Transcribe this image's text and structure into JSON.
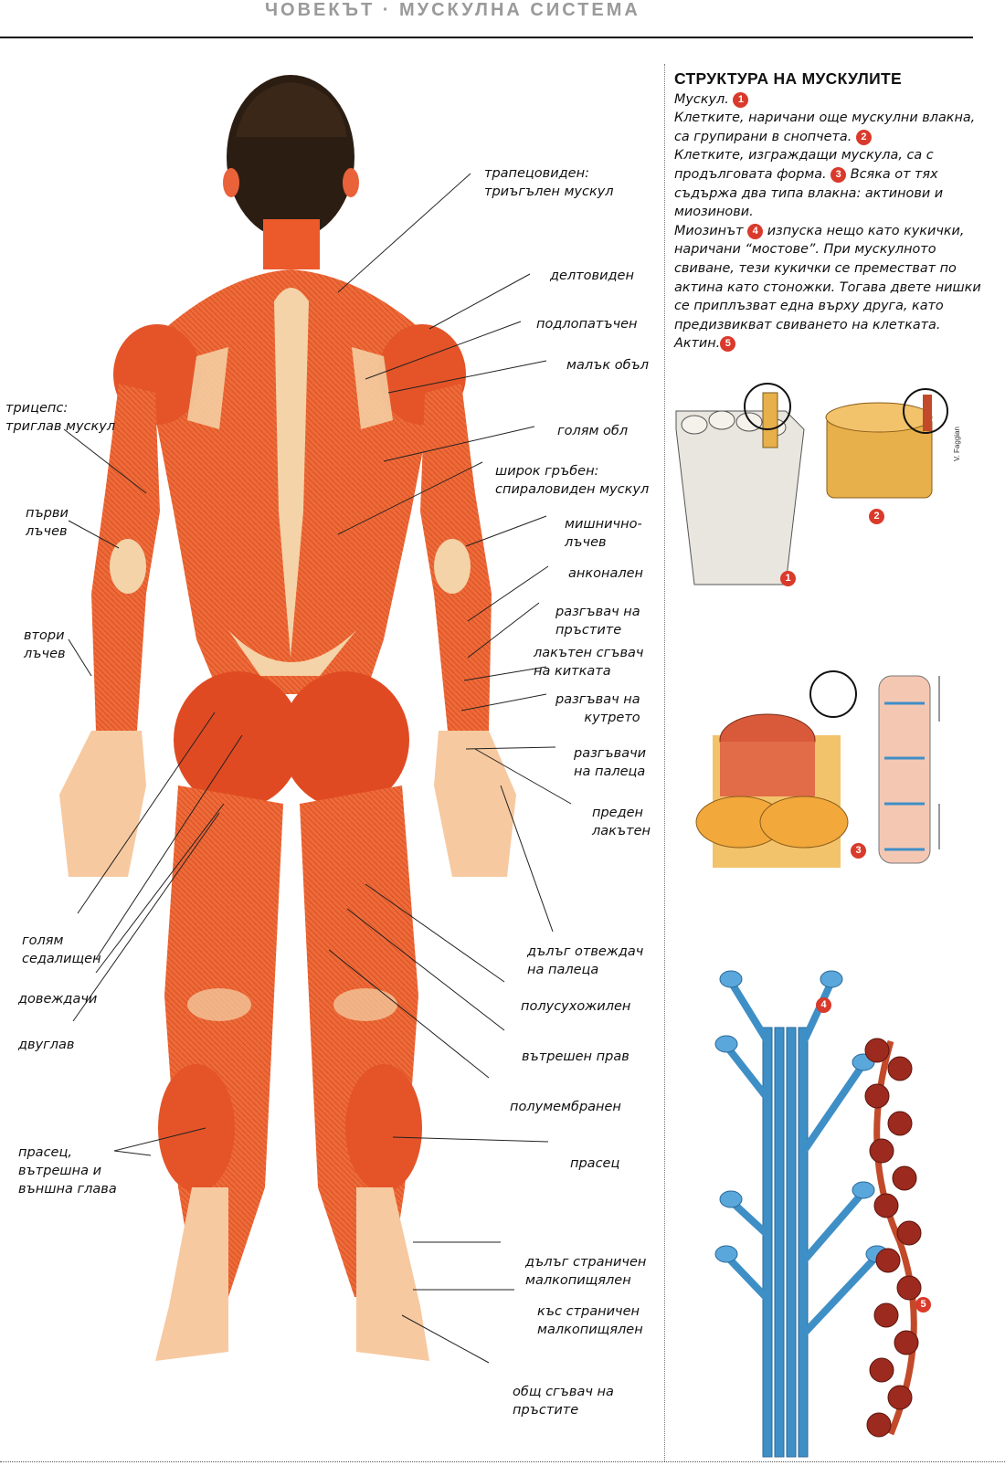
{
  "header": {
    "running_title": "ЧОВЕКЪТ · МУСКУЛНА СИСТЕМА"
  },
  "labels": [
    {
      "id": "trapezius",
      "text": "трапецовиден:\nтриъгълен мускул"
    },
    {
      "id": "deltoid",
      "text": "делтовиден"
    },
    {
      "id": "infraspinatus",
      "text": "подлопатъчен"
    },
    {
      "id": "teres-minor",
      "text": "малък объл"
    },
    {
      "id": "teres-major",
      "text": "голям обл"
    },
    {
      "id": "latissimus",
      "text": "широк гръбен:\nспираловиден мускул"
    },
    {
      "id": "brachioradialis",
      "text": "мишнично-\nлъчев"
    },
    {
      "id": "anconeus",
      "text": "анконален"
    },
    {
      "id": "ext-digitorum",
      "text": "разгъвач на\nпръстите"
    },
    {
      "id": "flex-carpi-ulnaris",
      "text": "лакътен сгъвач\nна китката"
    },
    {
      "id": "ext-digiti-minimi",
      "text": "разгъвач на\nкутрето"
    },
    {
      "id": "ext-pollicis",
      "text": "разгъвачи\nна палеца"
    },
    {
      "id": "ext-carpi-ulnaris",
      "text": "преден\nлакътен"
    },
    {
      "id": "abd-pollicis-longus",
      "text": "дълъг отвеждач\nна палеца"
    },
    {
      "id": "semitendinosus",
      "text": "полусухожилен"
    },
    {
      "id": "gracilis",
      "text": "вътрешен прав"
    },
    {
      "id": "semimembranosus",
      "text": "полумембранен"
    },
    {
      "id": "gastrocnemius-right",
      "text": "прасец"
    },
    {
      "id": "peroneus-longus",
      "text": "дълъг страничен\nмалкопищялен"
    },
    {
      "id": "peroneus-brevis",
      "text": "къс страничен\nмалкопищялен"
    },
    {
      "id": "flex-digitorum",
      "text": "общ сгъвач на\nпръстите"
    },
    {
      "id": "triceps",
      "text": "трицепс:\nтриглав мускул"
    },
    {
      "id": "ext-carpi-rad-longus",
      "text": "първи\nлъчев"
    },
    {
      "id": "ext-carpi-rad-brevis",
      "text": "втори\nлъчев"
    },
    {
      "id": "gluteus-maximus",
      "text": "голям\nседалищен"
    },
    {
      "id": "adductors",
      "text": "довеждачи"
    },
    {
      "id": "biceps-femoris",
      "text": "двуглав"
    },
    {
      "id": "gastrocnemius-left",
      "text": "прасец,\nвътрешна и\nвъншна глава"
    }
  ],
  "info": {
    "title": "СТРУКТУРА НА МУСКУЛИТЕ",
    "p1_text": "Мускул.",
    "p2_text": "Клетките, наричани още мускулни влакна, са групирани в снопчета.",
    "p3a_text": "Клетките, изграждащи мускула, са с продълговата форма.",
    "p3b_text": "Всяка от тях съдържа два типа влакна: актинови и миозинови.",
    "p4a_text": "Миозинът",
    "p4b_text": "изпуска нещо като кукички, наричани “мостове”. При мускулното свиване, тези кукички се преместват по актина като стоножки. Тогава двете нишки се приплъзват една върху друга, като предизвикват свиването на клетката.",
    "p5_text": "Актин."
  },
  "badges": {
    "b1": "1",
    "b2": "2",
    "b3": "3",
    "b4": "4",
    "b5": "5"
  },
  "credit": "V. Faggian",
  "colors": {
    "muscle": "#ec5a2c",
    "muscle_dark": "#c9401c",
    "tendon": "#f4d3a8",
    "hair": "#2b1d12",
    "badge": "#d93a2b",
    "myosin": "#3f8fc7",
    "actin": "#9c2a1e",
    "fiber_gold": "#e8b04a"
  }
}
